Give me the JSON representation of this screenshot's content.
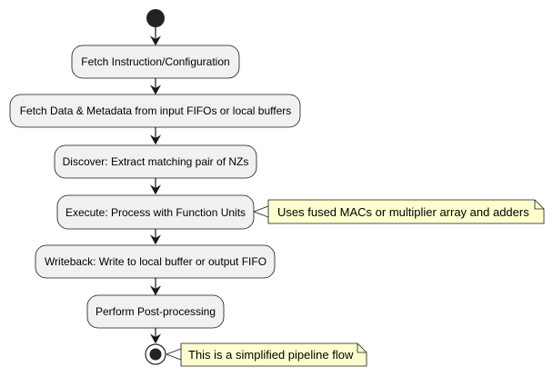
{
  "diagram": {
    "steps": [
      "Fetch Instruction/Configuration",
      "Fetch Data & Metadata from input FIFOs or local buffers",
      "Discover: Extract matching pair of NZs",
      "Execute: Process with Function Units",
      "Writeback: Write to local buffer or output FIFO",
      "Perform Post-processing"
    ],
    "notes": {
      "execute": "Uses fused MACs or multiplier array and adders",
      "end": "This is a simplified pipeline flow"
    }
  },
  "colors": {
    "node_fill": "#f1f1f1",
    "node_stroke": "#181818",
    "note_fill": "#fefece",
    "note_stroke": "#181818",
    "start": "#222222"
  }
}
